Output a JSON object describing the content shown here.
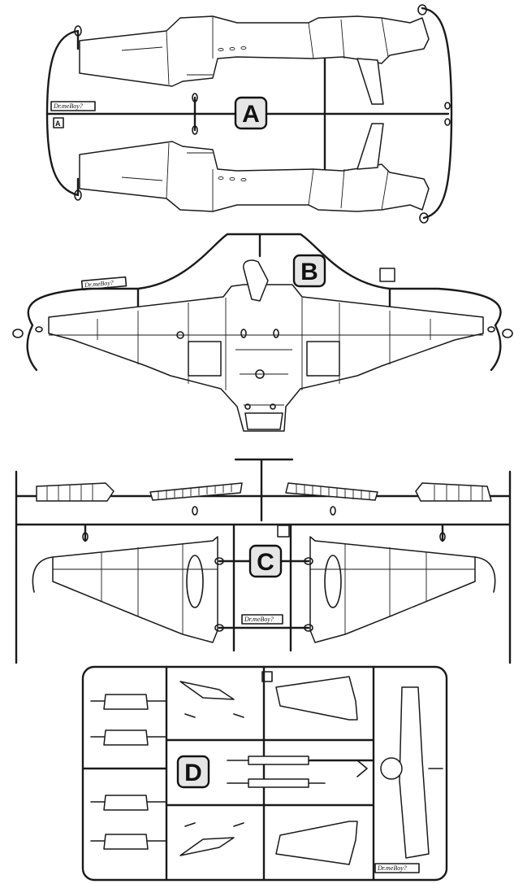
{
  "sprues": [
    {
      "id": "A",
      "label": "A",
      "brand": "Dr.meBoy?"
    },
    {
      "id": "B",
      "label": "B",
      "brand": "Dr.meBoy?"
    },
    {
      "id": "C",
      "label": "C",
      "brand": "Dr.meBoy?"
    },
    {
      "id": "D",
      "label": "D",
      "brand": "Dr.meBoy?"
    }
  ],
  "corner_mark": "A"
}
